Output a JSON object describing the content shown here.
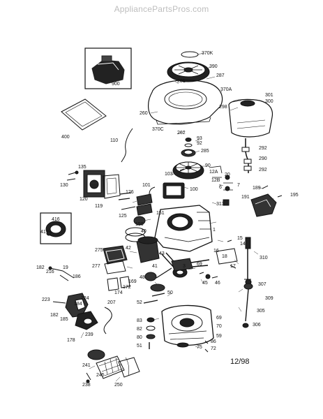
{
  "header": {
    "watermark": "AppliancePartsPros.com"
  },
  "diagram": {
    "revision": "12/98"
  },
  "callouts": {
    "c370K": "370K",
    "c390": "390",
    "c287": "287",
    "c281": "281",
    "c370A": "370A",
    "c260": "260",
    "c370C": "370C",
    "c262": "262",
    "c301": "301",
    "c300": "300",
    "c298": "298",
    "c290": "290",
    "c292a": "292",
    "c292b": "292",
    "c900": "900",
    "c400": "400",
    "c110": "110",
    "c93": "93",
    "c92": "92",
    "c285": "285",
    "c90": "90",
    "c12A": "12A",
    "c12B": "12B",
    "c103": "103",
    "c20": "20",
    "c7": "7",
    "c6": "6",
    "c100": "100",
    "c101": "101",
    "c135": "135",
    "c130": "130",
    "c126": "126",
    "c119": "119",
    "c120": "120",
    "c189": "189",
    "c195": "195",
    "c191": "191",
    "c313": "313",
    "c151": "151",
    "c125": "125",
    "c150": "150",
    "c416": "416",
    "c417": "417",
    "c1": "1",
    "c40": "40",
    "c42": "42",
    "c275": "275",
    "c277": "277",
    "c15": "15",
    "c14": "14",
    "c16": "16",
    "c18": "18",
    "c17": "17",
    "c310": "310",
    "c182a": "182",
    "c216": "216",
    "c19": "19",
    "c186": "186",
    "c43": "43",
    "c41": "41",
    "c3": "3",
    "c69": "69",
    "c45": "45",
    "c46": "46",
    "c307": "307",
    "c172": "172",
    "c169": "169",
    "c174": "174",
    "c48": "48",
    "c50": "50",
    "c52": "52",
    "c309": "309",
    "c305": "305",
    "c223": "223",
    "c224": "224",
    "c207": "207",
    "c182b": "182",
    "c185": "185",
    "c184": "184",
    "c239": "239",
    "c178": "178",
    "c83": "83",
    "c82": "82",
    "c80": "80",
    "c51": "51",
    "c70": "70",
    "c59": "59",
    "c306": "306",
    "c75": "75",
    "c86": "86",
    "c72": "72",
    "c241": "241",
    "c245": "245",
    "c238": "238",
    "c250": "250"
  }
}
